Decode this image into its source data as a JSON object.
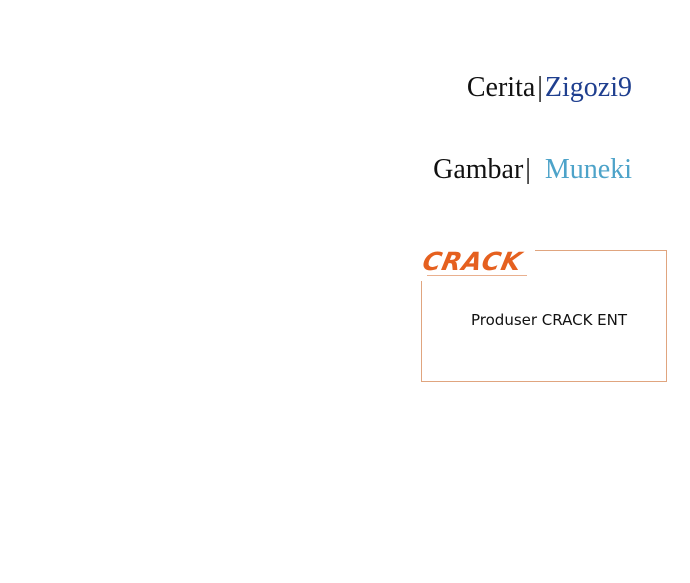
{
  "credits": {
    "story": {
      "label": "Cerita",
      "separator": "|",
      "value": "Zigozi9"
    },
    "art": {
      "label": "Gambar",
      "separator": "|",
      "value": "Muneki"
    }
  },
  "producer": {
    "logo_text": "CRACK",
    "text": "Produser CRACK ENT"
  },
  "colors": {
    "story_value": "#1f3f8f",
    "art_value": "#4da3c9",
    "logo": "#e5601f",
    "box_border": "#e0a57f"
  }
}
